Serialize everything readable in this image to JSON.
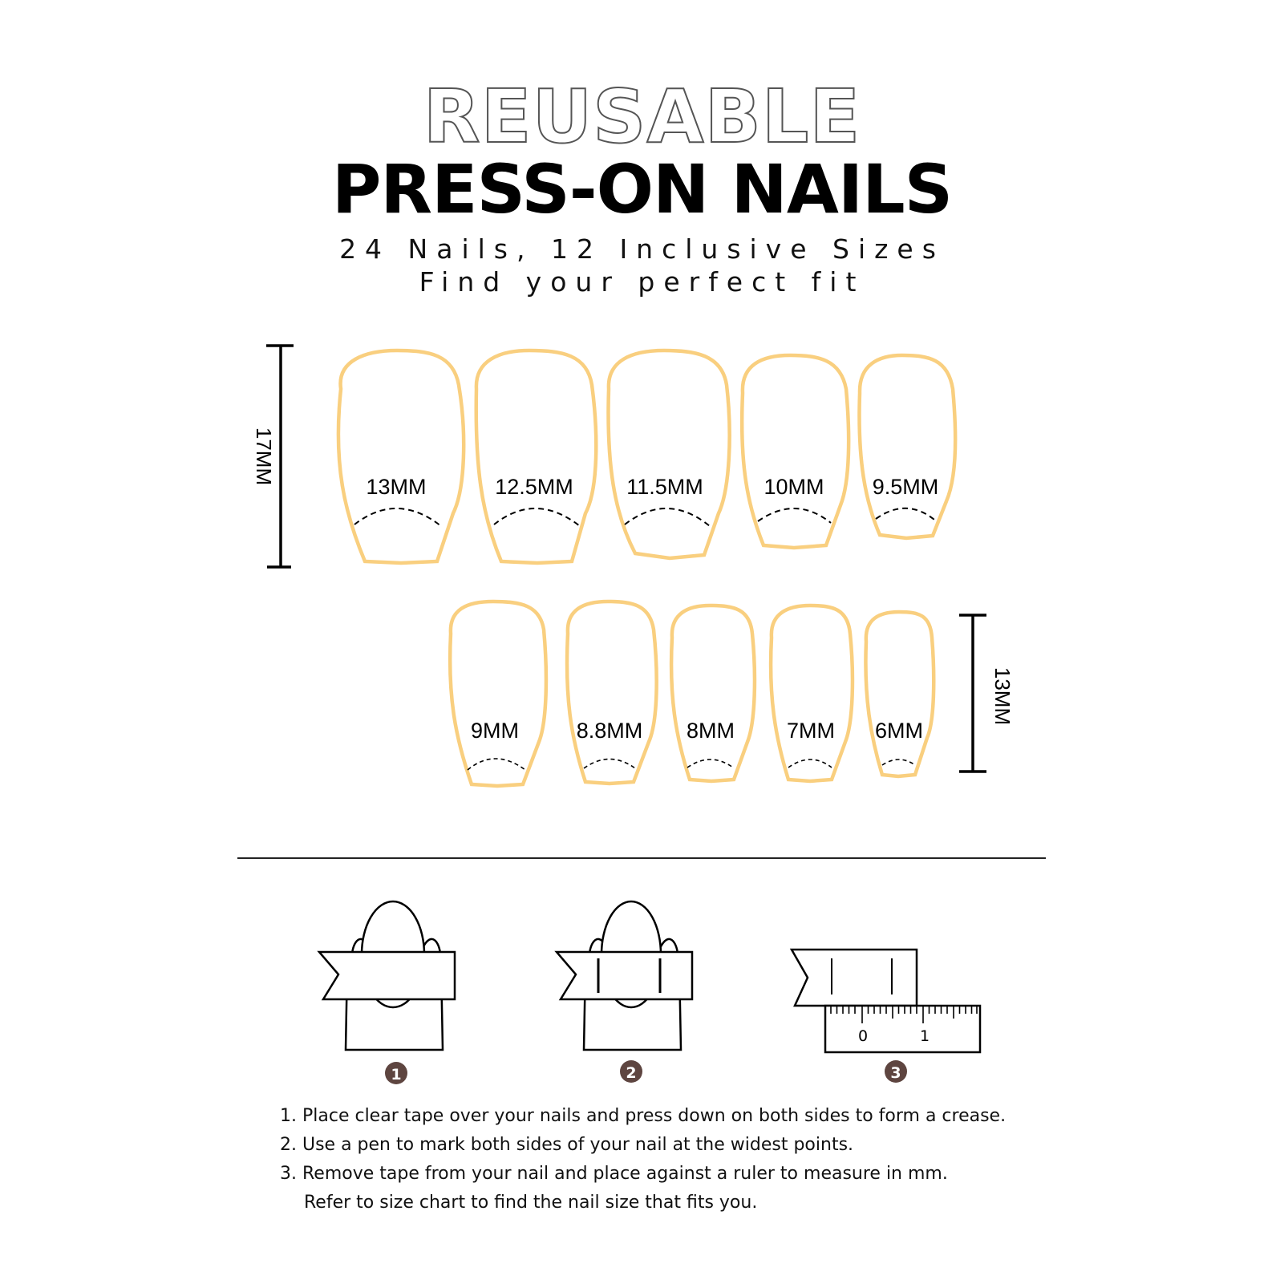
{
  "header": {
    "title_outline": "REUSABLE",
    "title_main": "PRESS-ON NAILS",
    "subtitle_line1": "24 Nails, 12 Inclusive Sizes",
    "subtitle_line2": "Find your perfect fit"
  },
  "colors": {
    "nail_outline": "#f9cf7f",
    "text": "#000000",
    "badge": "#5e4540"
  },
  "size_chart": {
    "row1_length_label": "17MM",
    "row2_length_label": "13MM",
    "row1": [
      {
        "label": "13MM"
      },
      {
        "label": "12.5MM"
      },
      {
        "label": "11.5MM"
      },
      {
        "label": "10MM"
      },
      {
        "label": "9.5MM"
      }
    ],
    "row2": [
      {
        "label": "9MM"
      },
      {
        "label": "8.8MM"
      },
      {
        "label": "8MM"
      },
      {
        "label": "7MM"
      },
      {
        "label": "6MM"
      }
    ]
  },
  "steps": {
    "icons": [
      {
        "number": "1",
        "icon": "tape-over-nail-icon"
      },
      {
        "number": "2",
        "icon": "mark-nail-width-icon"
      },
      {
        "number": "3",
        "icon": "ruler-measure-icon"
      }
    ],
    "ruler_labels": [
      "0",
      "1"
    ],
    "instructions": [
      "1. Place clear tape over your nails and press down on both sides to form a crease.",
      "2. Use a pen to mark both sides of your nail at the widest points.",
      "3. Remove tape from your nail and place against a ruler to measure in mm.",
      "Refer to size chart to find the nail size that fits you."
    ]
  }
}
